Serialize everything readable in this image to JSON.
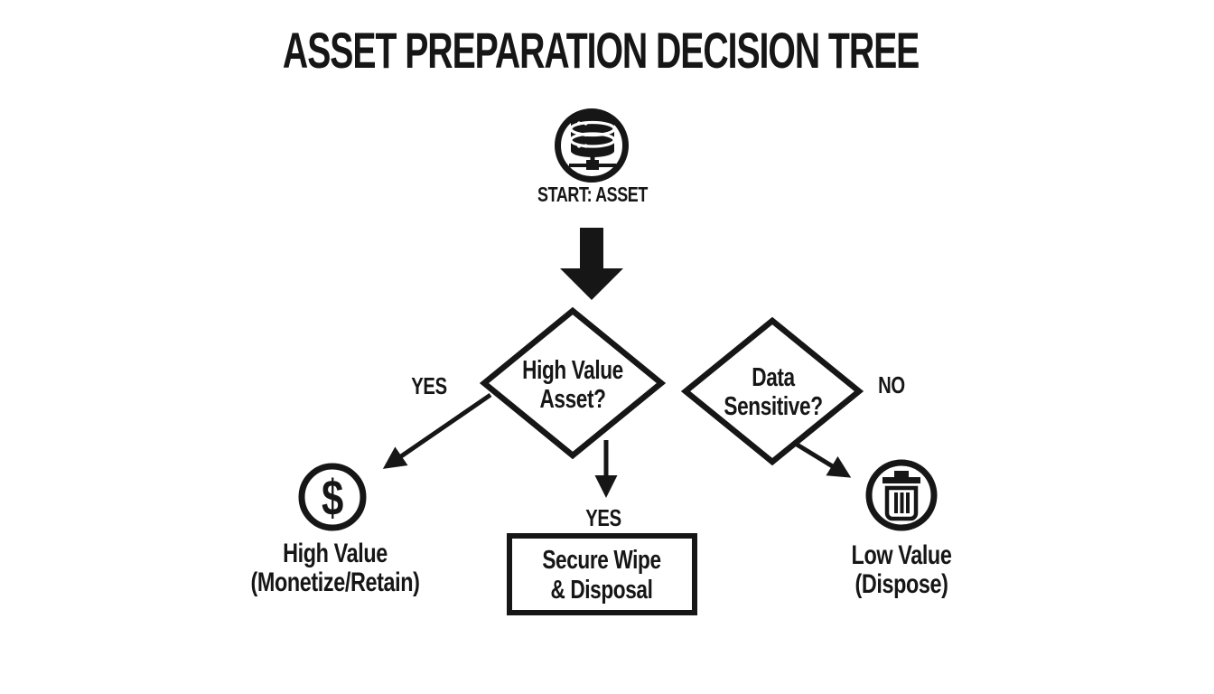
{
  "title": "ASSET PREPARATION DECISION TREE",
  "colors": {
    "ink": "#161616",
    "background": "#ffffff"
  },
  "nodes": {
    "start": {
      "label": "START: ASSET",
      "icon": "database-network-icon"
    },
    "decision_high_value": {
      "line1": "High Value",
      "line2": "Asset?"
    },
    "decision_data_sensitive": {
      "line1": "Data",
      "line2": "Sensitive?"
    },
    "outcome_monetize": {
      "icon": "dollar-icon",
      "symbol": "$",
      "line1": "High Value",
      "line2": "(Monetize/Retain)"
    },
    "outcome_secure_wipe": {
      "line1": "Secure Wipe",
      "line2": "& Disposal"
    },
    "outcome_dispose": {
      "icon": "trash-icon",
      "line1": "Low Value",
      "line2": "(Dispose)"
    }
  },
  "edges": {
    "yes_left": "YES",
    "yes_down": "YES",
    "no_right": "NO"
  }
}
